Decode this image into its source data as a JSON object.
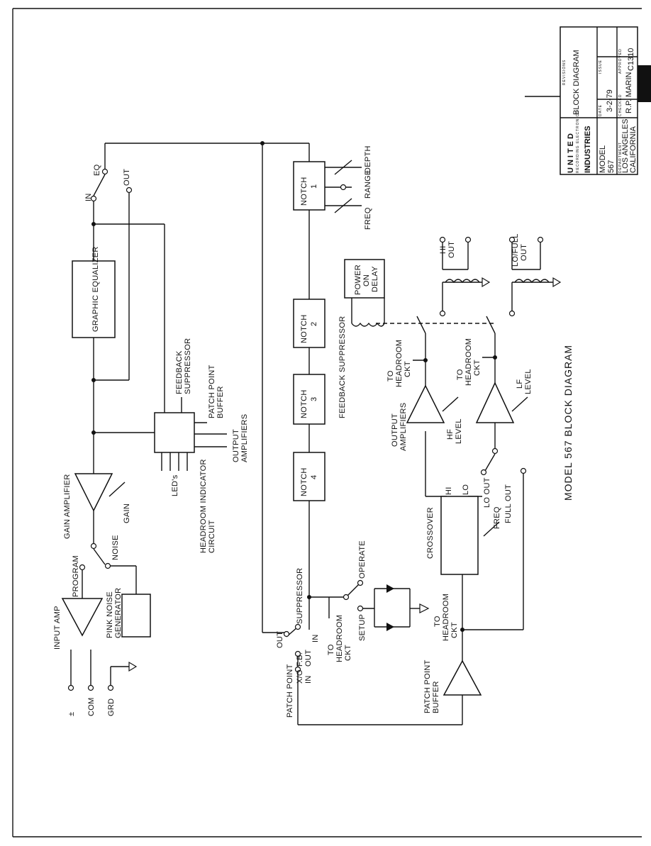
{
  "title": "MODEL 567 BLOCK DIAGRAM",
  "title_block": {
    "company": "UNITED",
    "company_sub": "RECORDING ELECTRONICS",
    "company2": "INDUSTRIES",
    "model_label": "MODEL",
    "model": "567",
    "department_label": "DEPARTMENT",
    "location": "LOS ANGELES",
    "state": "CALIFORNIA",
    "drawing_title": "BLOCK DIAGRAM",
    "date_label": "DATE",
    "date": "3-2-79",
    "checked_label": "CHECKED",
    "checked": "R.P. MARIN",
    "issue_label": "ISSUE",
    "approved_label": "APPROVED",
    "drawing_no": "C1310",
    "revisions_label": "REVISIONS"
  },
  "blocks": {
    "graphic_eq": "GRAPHIC EQUALIZER",
    "notch1": [
      "NOTCH",
      "1"
    ],
    "notch2": [
      "NOTCH",
      "2"
    ],
    "notch3": [
      "NOTCH",
      "3"
    ],
    "notch4": [
      "NOTCH",
      "4"
    ],
    "power_delay": [
      "POWER",
      "ON",
      "DELAY"
    ],
    "crossover": "CROSSOVER"
  },
  "labels": {
    "input_amp": "INPUT AMP",
    "plus_minus": "±",
    "com": "COM",
    "grd": "GRD",
    "pink_noise": [
      "PINK NOISE",
      "GENERATOR"
    ],
    "program": "PROGRAM",
    "noise": "NOISE",
    "gain_amplifier": "GAIN AMPLIFIER",
    "gain": "GAIN",
    "leds": "LED's",
    "headroom": [
      "HEADROOM INDICATOR",
      "CIRCUIT"
    ],
    "feedback_suppressor_in": [
      "FEEDBACK",
      "SUPPRESSOR"
    ],
    "patch_point_buffer_in": [
      "PATCH POINT",
      "BUFFER"
    ],
    "output_amplifiers_in": [
      "OUTPUT",
      "AMPLIFIERS"
    ],
    "eq_in": "IN",
    "eq": "EQ",
    "eq_out": "OUT",
    "freq": "FREQ",
    "range": "RANGE",
    "depth": "DEPTH",
    "feedback_suppressor": "FEEDBACK SUPPRESSOR",
    "suppressor": "SUPPRESSOR",
    "sup_out": "OUT",
    "sup_in": "IN",
    "operate": "OPERATE",
    "setup": "SETUP",
    "to_headroom_ckt": [
      "TO",
      "HEADROOM",
      "CKT"
    ],
    "patch_point": "PATCH POINT",
    "xo_in": [
      "X/O",
      "IN"
    ],
    "fb_out": [
      "F.B.",
      "OUT"
    ],
    "patch_point_buffer": [
      "PATCH POINT",
      "BUFFER"
    ],
    "output_amplifiers": [
      "OUTPUT",
      "AMPLIFIERS"
    ],
    "hf_level": [
      "HF",
      "LEVEL"
    ],
    "lf_level": [
      "LF",
      "LEVEL"
    ],
    "to_headroom_ckt_2": [
      "TO",
      "HEADROOM",
      "CKT"
    ],
    "to_headroom_ckt_3": [
      "TO",
      "HEADROOM",
      "CKT"
    ],
    "to_headroom_ckt_4": [
      "TO",
      "HEADROOM",
      "CKT"
    ],
    "hi_out": [
      "HI",
      "OUT"
    ],
    "lo_full_out": [
      "LO/FULL",
      "OUT"
    ],
    "hi": "HI",
    "lo": "LO",
    "lo_out": "LO OUT",
    "full_out": "FULL OUT",
    "xo_freq": "FREQ"
  }
}
